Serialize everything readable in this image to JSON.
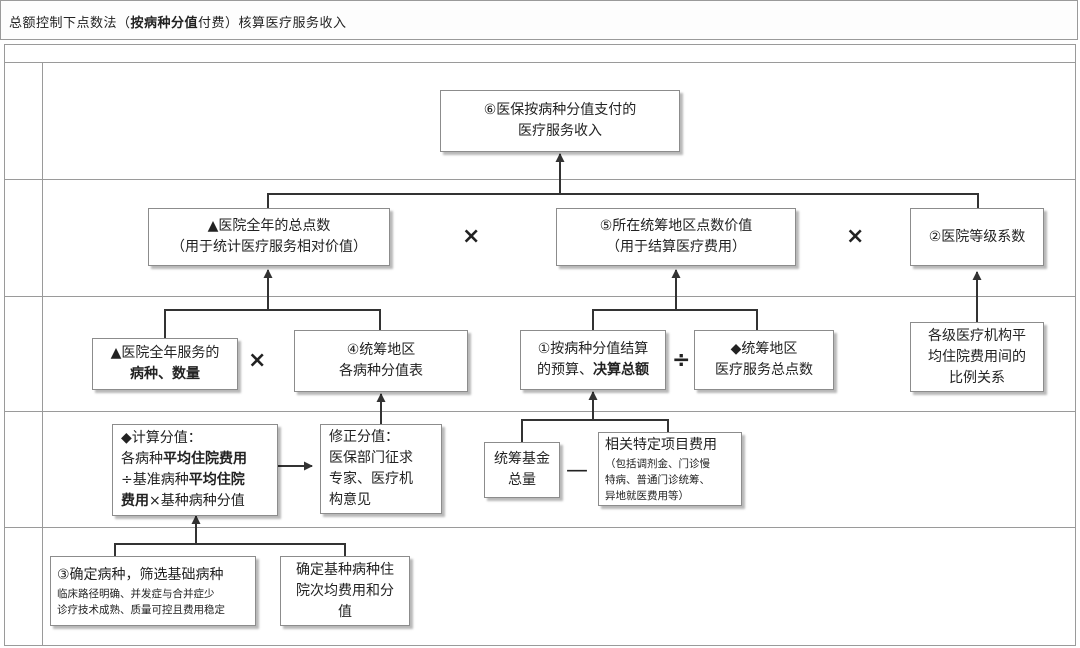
{
  "title": {
    "prefix": "总额控制下点数法（",
    "bold": "按病种分值",
    "suffix": "付费）核算医疗服务收入"
  },
  "nodes": {
    "n6": {
      "l1": "⑥医保按病种分值支付的",
      "l2": "医疗服务收入"
    },
    "total_points": {
      "l1": "▲医院全年的总点数",
      "l2": "（用于统计医疗服务相对价值）"
    },
    "point_value": {
      "l1": "⑤所在统筹地区点数价值",
      "l2": "（用于结算医疗费用）"
    },
    "grade_coef": {
      "l1": "②医院等级系数"
    },
    "service_types": {
      "l1": "▲医院全年服务的",
      "l2": "病种、数量"
    },
    "score_table": {
      "l1": "④统筹地区",
      "l2": "各病种分值表"
    },
    "budget": {
      "l1a": "①按病种分值结算",
      "l2a": "的预算、",
      "l2b": "决算总额"
    },
    "region_points": {
      "l1": "◆统筹地区",
      "l2": "医疗服务总点数"
    },
    "ratio": {
      "l1": "各级医疗机构平",
      "l2": "均住院费用间的",
      "l3": "比例关系"
    },
    "calc": {
      "l1": "◆计算分值：",
      "l2a": "各病种",
      "l2b": "平均住院费用",
      "l3a": "÷基准病种",
      "l3b": "平均住院",
      "l4a": "费用",
      "l4b": "×基种病种分值"
    },
    "correct": {
      "l1": "修正分值：",
      "l2": "医保部门征求",
      "l3": "专家、医疗机",
      "l4": "构意见"
    },
    "fund": {
      "l1": "统筹基金",
      "l2": "总量"
    },
    "special": {
      "l1": "相关特定项目费用",
      "l2": "（包括调剂金、门诊慢",
      "l3": "特病、普通门诊统筹、",
      "l4": "异地就医费用等）"
    },
    "n3": {
      "l1": "③确定病种，筛选基础病种",
      "l2": "临床路径明确、并发症与合并症少",
      "l3": "诊疗技术成熟、质量可控且费用稳定"
    },
    "base_cost": {
      "l1": "确定基种病种住",
      "l2": "院次均费用和分",
      "l3": "值"
    }
  },
  "operators": {
    "times1": "×",
    "times2": "×",
    "times3": "×",
    "divide": "÷",
    "minus": "—"
  }
}
